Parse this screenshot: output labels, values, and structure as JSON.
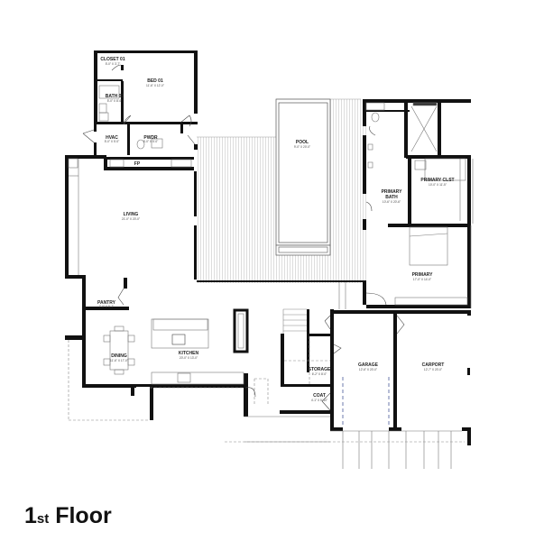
{
  "title": {
    "number": "1",
    "ordinal": "st",
    "word": "Floor"
  },
  "rooms": [
    {
      "id": "closet-01",
      "name": "CLOSET 01",
      "dims": "5'-0\" X 3'-7\""
    },
    {
      "id": "bed-01",
      "name": "BED 01",
      "dims": "11'-6\" X 12'-0\""
    },
    {
      "id": "bath-01",
      "name": "BATH 01",
      "dims": "5'-0\" X 8'-0\""
    },
    {
      "id": "hvac",
      "name": "HVAC",
      "dims": "5'-0\" X 5'-0\""
    },
    {
      "id": "pwdr",
      "name": "PWDR",
      "dims": "6'-0\" X 5'-0\""
    },
    {
      "id": "fp",
      "name": "FP",
      "dims": ""
    },
    {
      "id": "living",
      "name": "LIVING",
      "dims": "21'-0\" X 20'-0\""
    },
    {
      "id": "pool",
      "name": "POOL",
      "dims": "9'-0\" X 20'-0\""
    },
    {
      "id": "primary-bath",
      "name": "PRIMARY BATH",
      "dims": "10'-6\" X 20'-6\""
    },
    {
      "id": "primary-clst",
      "name": "PRIMARY CLST",
      "dims": "10'-0\" X 11'-5\""
    },
    {
      "id": "primary",
      "name": "PRIMARY",
      "dims": "17'-0\" X 14'-0\""
    },
    {
      "id": "pantry",
      "name": "PANTRY",
      "dims": "7'-0\" X 5'-7\""
    },
    {
      "id": "dining",
      "name": "DINING",
      "dims": "11'-6\" X 17'-0\""
    },
    {
      "id": "kitchen",
      "name": "KITCHEN",
      "dims": "20'-0\" X 13'-0\""
    },
    {
      "id": "storage",
      "name": "STORAGE",
      "dims": "6'-2\" X 8'-0\""
    },
    {
      "id": "coat",
      "name": "COAT",
      "dims": "4'-1\" X 5'-10\""
    },
    {
      "id": "garage",
      "name": "GARAGE",
      "dims": "12'-6\" X 20'-0\""
    },
    {
      "id": "carport",
      "name": "CARPORT",
      "dims": "12'-7\" X 20'-0\""
    }
  ]
}
